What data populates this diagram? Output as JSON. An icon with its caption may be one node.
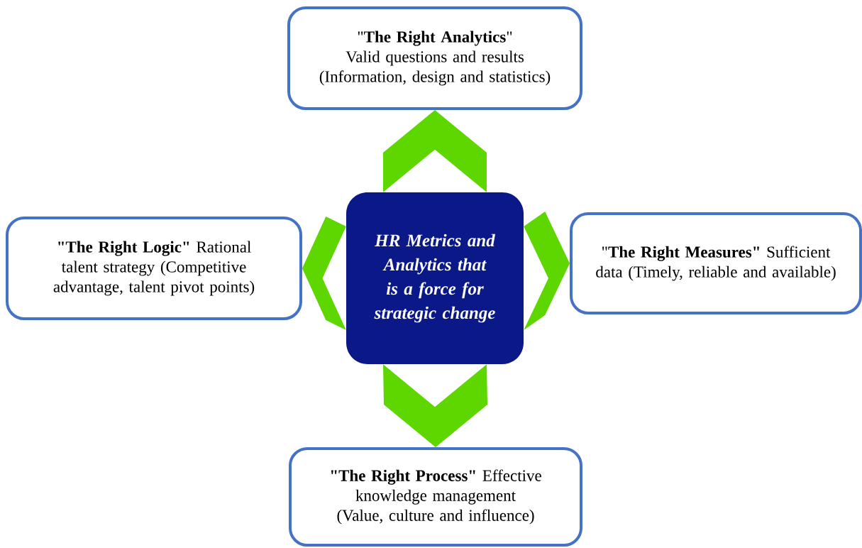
{
  "diagram": {
    "nodes": [
      {
        "text": [
          "HR Metrics and Analytics that is a force for strategic change"
        ]
      },
      {
        "text": [
          "\"**The Right Analytics**\" Valid questions and results (Information, design and statistics)"
        ]
      },
      {
        "text": [
          "**\"The Right Logic\"** Rational talent strategy (Competitive advantage, talent pivot points)"
        ]
      },
      {
        "text": [
          "\"**The Right Measures\"** Sufficient data (Timely, reliable and available)"
        ]
      },
      {
        "text": [
          "**\"The Right Process\"** Effective knowledge management (Value, culture and influence)"
        ]
      }
    ],
    "edges": [
      {
        "from": 0,
        "to": 1,
        "arrow": "to"
      },
      {
        "from": 0,
        "to": 2,
        "arrow": "to"
      },
      {
        "from": 0,
        "to": 3,
        "arrow": "to"
      },
      {
        "from": 0,
        "to": 4,
        "arrow": "to"
      }
    ]
  }
}
